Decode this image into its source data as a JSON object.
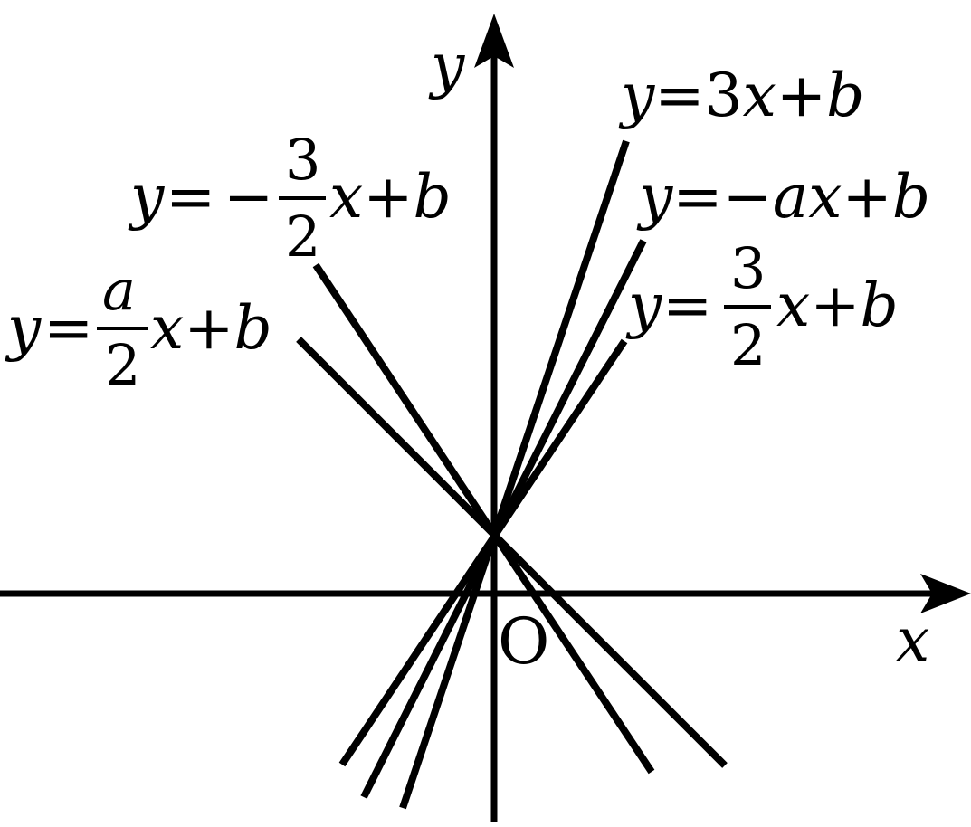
{
  "axes": {
    "x_label": "x",
    "y_label": "y",
    "origin_label": "O"
  },
  "lines": [
    {
      "id": "steep",
      "slope_rank": 3,
      "sign": "+",
      "label_parts": {
        "lhs": "y",
        "eq": "=",
        "coef": "3",
        "x": "x",
        "plus": "+",
        "b": "b"
      }
    },
    {
      "id": "neg-a",
      "slope_rank": 2,
      "sign": "+",
      "label_parts": {
        "lhs": "y",
        "eq": "=",
        "neg": "−",
        "a": "a",
        "x": "x",
        "plus": "+",
        "b": "b"
      }
    },
    {
      "id": "three-halves",
      "slope_rank": 1,
      "sign": "+",
      "label_parts": {
        "lhs": "y",
        "eq": "=",
        "num": "3",
        "den": "2",
        "x": "x",
        "plus": "+",
        "b": "b"
      }
    },
    {
      "id": "neg-three-halves",
      "slope_rank": 2,
      "sign": "-",
      "label_parts": {
        "lhs": "y",
        "eq": "=",
        "neg": "−",
        "num": "3",
        "den": "2",
        "x": "x",
        "plus": "+",
        "b": "b"
      }
    },
    {
      "id": "a-halves",
      "slope_rank": 1,
      "sign": "-",
      "label_parts": {
        "lhs": "y",
        "eq": "=",
        "num": "a",
        "den": "2",
        "x": "x",
        "plus": "+",
        "b": "b"
      }
    }
  ]
}
